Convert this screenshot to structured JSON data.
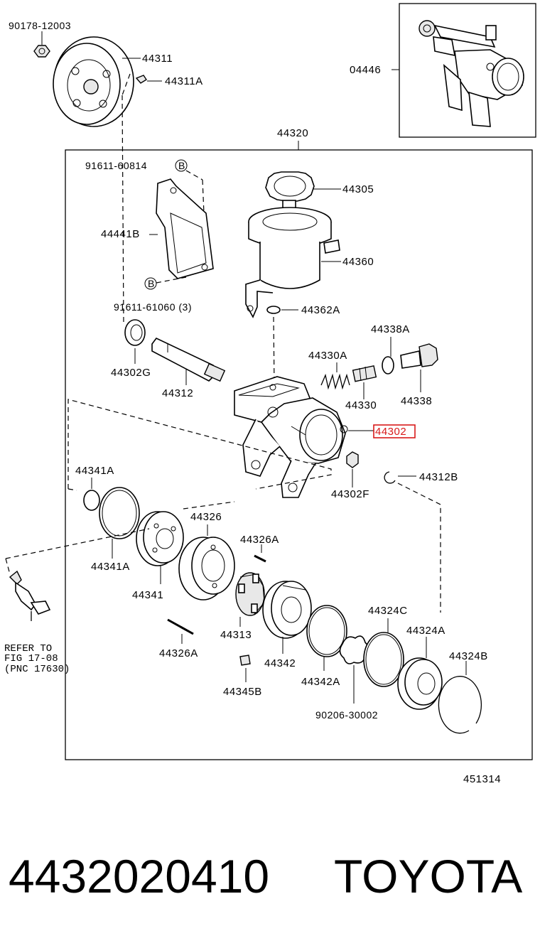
{
  "diagram": {
    "labels": {
      "p90178": "90178-12003",
      "p44311": "44311",
      "p44311A": "44311A",
      "p04446": "04446",
      "p44320": "44320",
      "p91611a": "91611-60814",
      "p44441B": "44441B",
      "p91611b": "91611-61060 (3)",
      "p44305": "44305",
      "p44360": "44360",
      "p44362A": "44362A",
      "p44338A": "44338A",
      "p44330A": "44330A",
      "p44302G": "44302G",
      "p44312": "44312",
      "p44330": "44330",
      "p44338": "44338",
      "p44302": "44302",
      "p44341A_1": "44341A",
      "p44302F": "44302F",
      "p44312B": "44312B",
      "p44326": "44326",
      "p44326A_1": "44326A",
      "p44341A_2": "44341A",
      "p44341": "44341",
      "p44324C": "44324C",
      "p44313": "44313",
      "p44324A": "44324A",
      "p44326A_2": "44326A",
      "p44342": "44342",
      "p44324B": "44324B",
      "p44342A": "44342A",
      "p44345B": "44345B",
      "p90206": "90206-30002",
      "refer1": "REFER TO",
      "refer2": "FIG 17-08",
      "refer3": "(PNC 17630)",
      "refcode": "451314",
      "markB1": "B",
      "markB2": "B"
    },
    "highlight_color": "#d81a1a"
  },
  "footer": {
    "part_number": "4432020410",
    "brand": "TOYOTA"
  }
}
